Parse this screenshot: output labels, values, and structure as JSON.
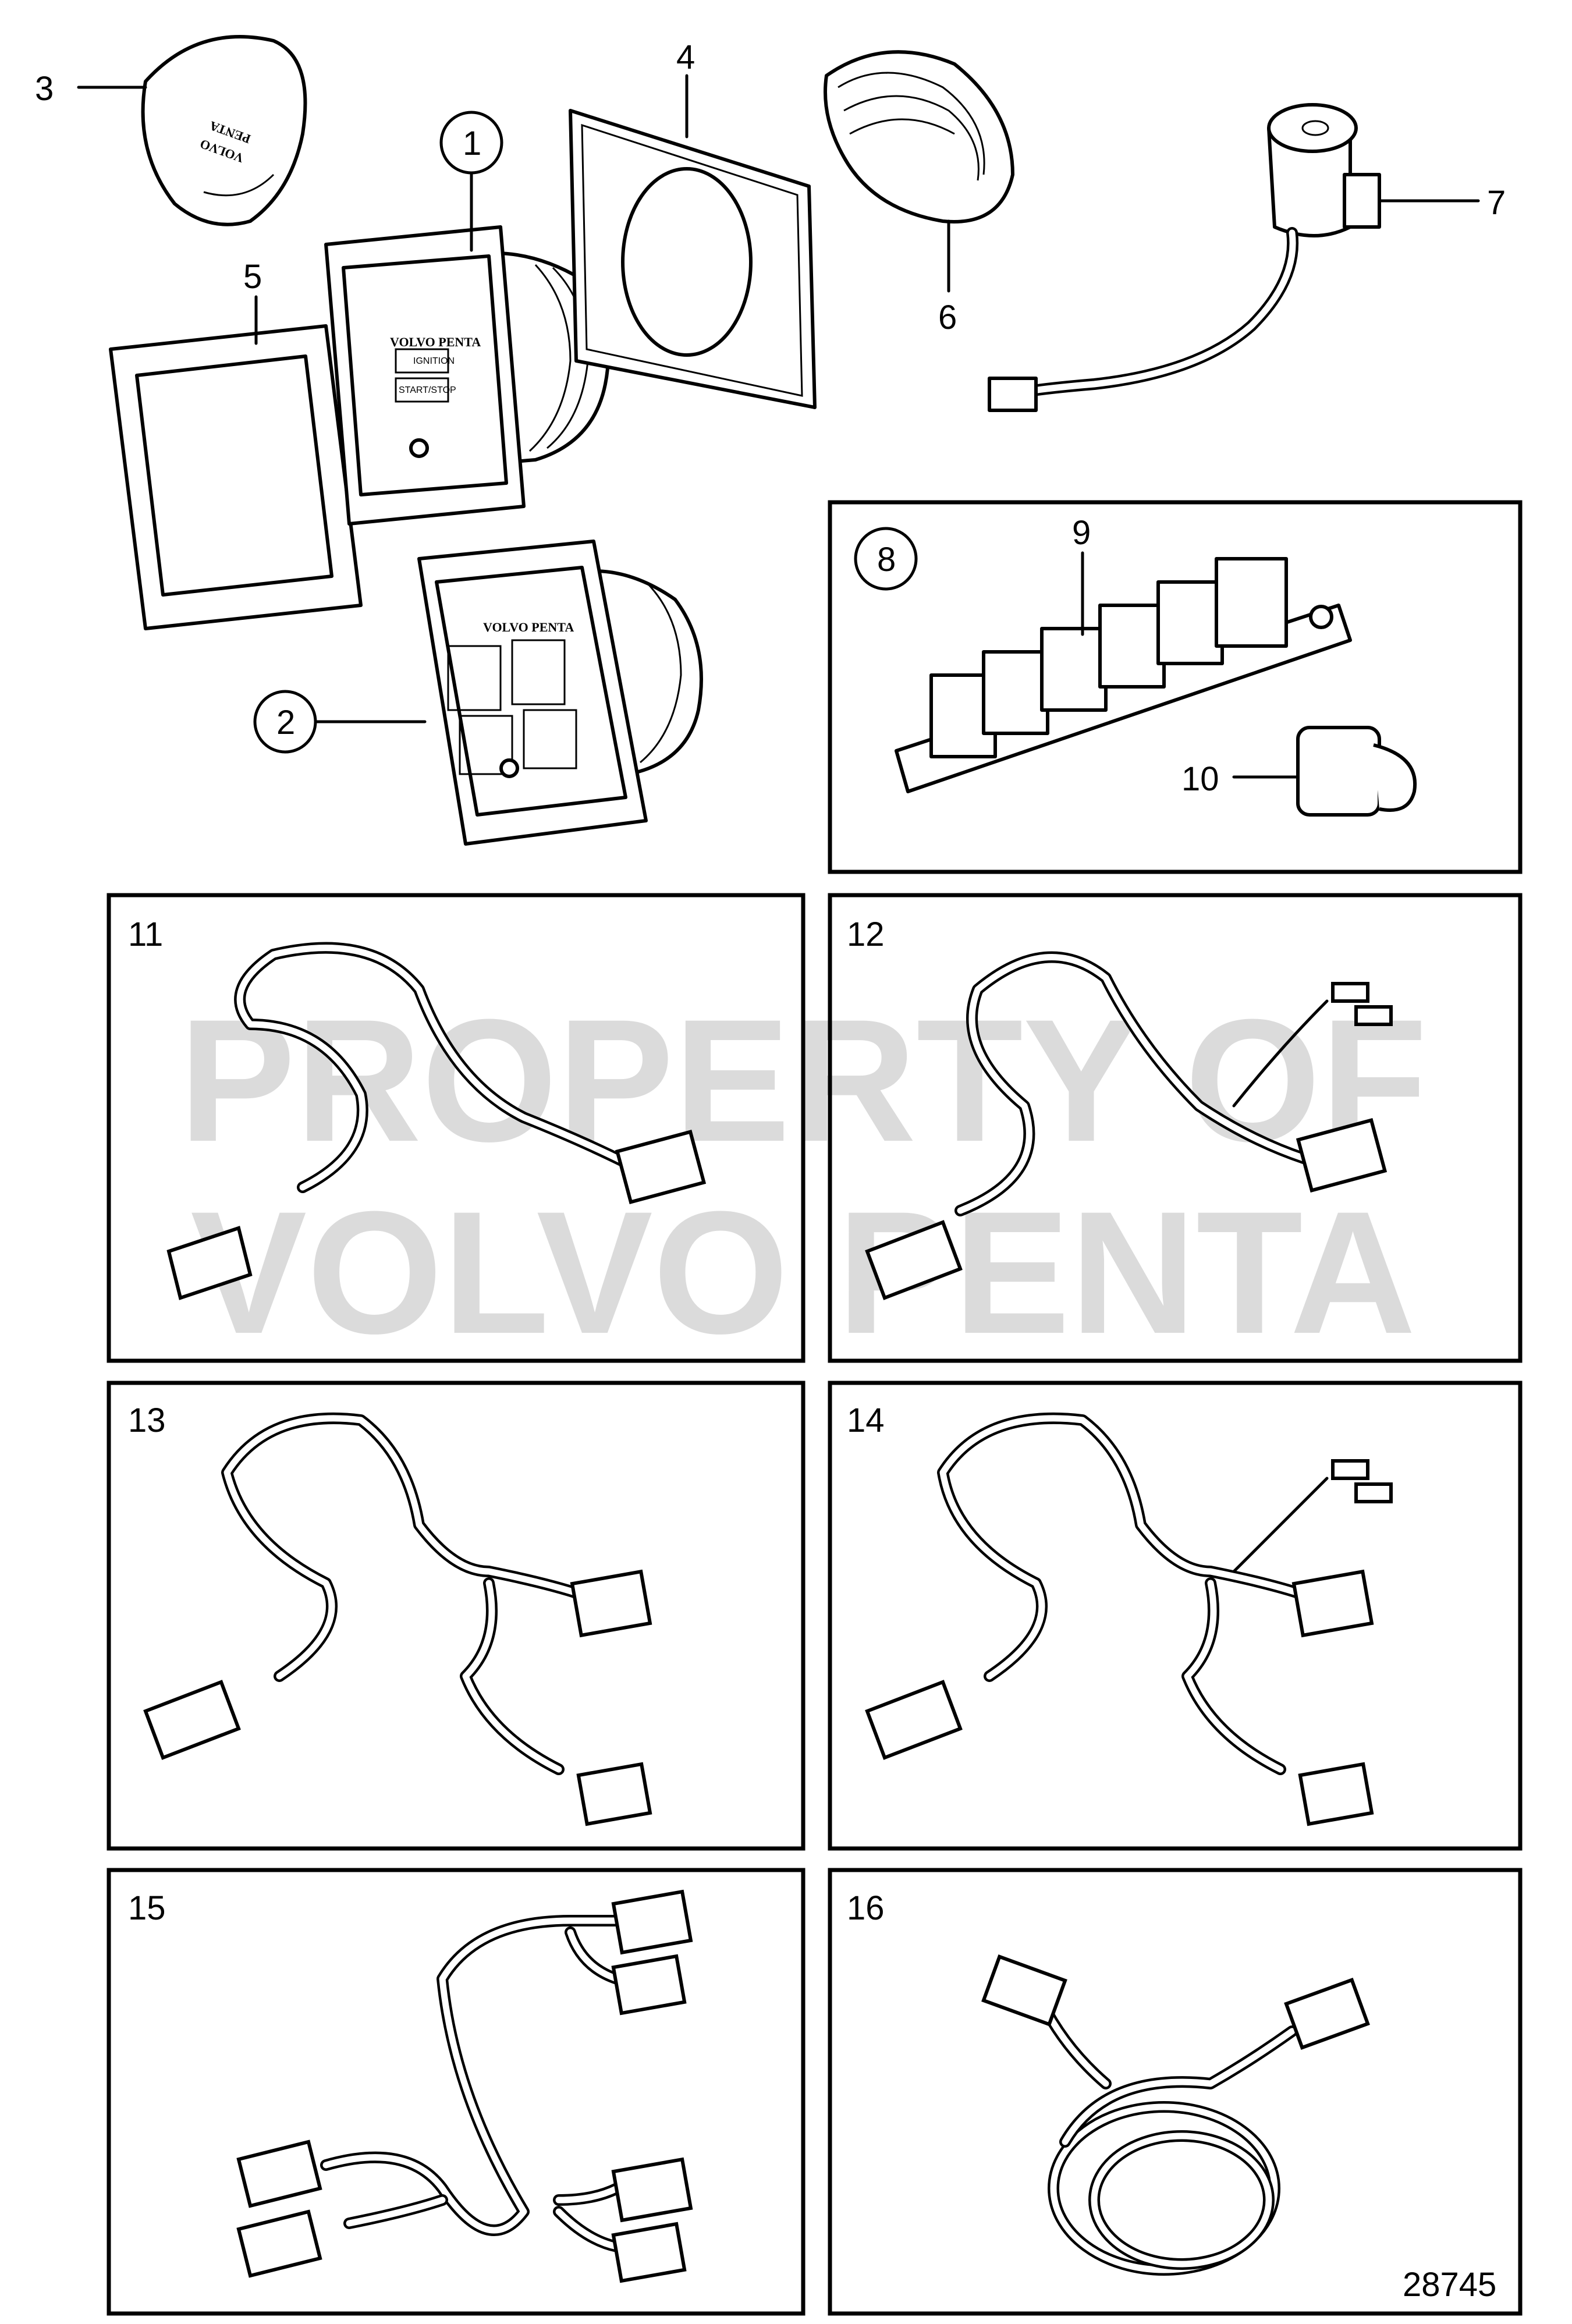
{
  "callouts": {
    "c1": "1",
    "c2": "2",
    "c3": "3",
    "c4": "4",
    "c5": "5",
    "c6": "6",
    "c7": "7",
    "c8": "8",
    "c9": "9",
    "c10": "10"
  },
  "panels": {
    "p11": "11",
    "p12": "12",
    "p13": "13",
    "p14": "14",
    "p15": "15",
    "p16": "16"
  },
  "panel_brand": "VOLVO PENTA",
  "cap_brand_line1": "VOLVO",
  "cap_brand_line2": "PENTA",
  "panel1_labels": {
    "ignition": "IGNITION",
    "startstop": "START/STOP"
  },
  "watermark": {
    "line1": "PROPERTY OF",
    "line2": "VOLVO PENTA"
  },
  "figure_number": "28745"
}
